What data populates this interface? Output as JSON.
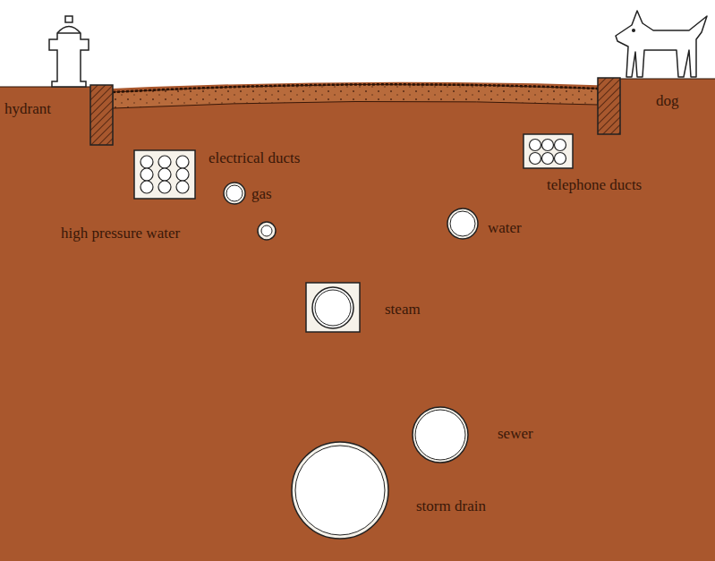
{
  "diagram": {
    "labels": [
      "hydrant",
      "dog",
      "electrical ducts",
      "gas",
      "high pressure water",
      "water",
      "telephone ducts",
      "steam",
      "sewer",
      "storm drain"
    ]
  }
}
